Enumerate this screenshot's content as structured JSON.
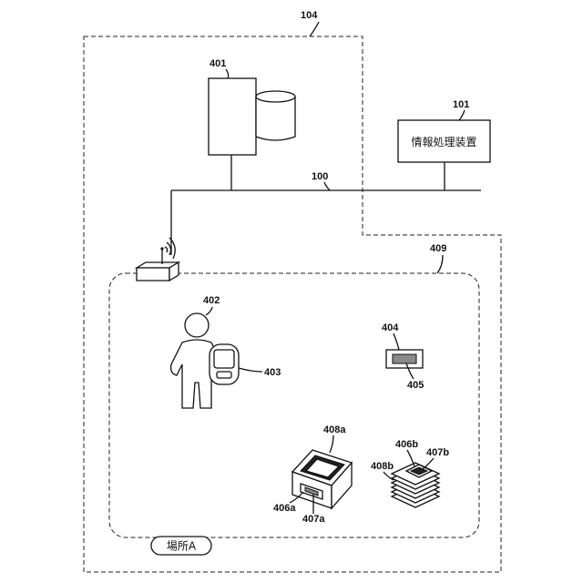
{
  "labels": {
    "ref_104": "104",
    "ref_401": "401",
    "ref_101": "101",
    "ref_100": "100",
    "ref_409": "409",
    "ref_402": "402",
    "ref_403": "403",
    "ref_404": "404",
    "ref_405": "405",
    "ref_408a": "408a",
    "ref_406a": "406a",
    "ref_407a": "407a",
    "ref_406b": "406b",
    "ref_407b": "407b",
    "ref_408b": "408b"
  },
  "info_processing_device": "情報処理装置",
  "location_label": "場所A",
  "icons": [
    "server-icon",
    "database-icon",
    "wireless-router-icon",
    "person-icon",
    "handheld-terminal-icon",
    "tag-icon",
    "box-icon",
    "document-stack-icon"
  ]
}
